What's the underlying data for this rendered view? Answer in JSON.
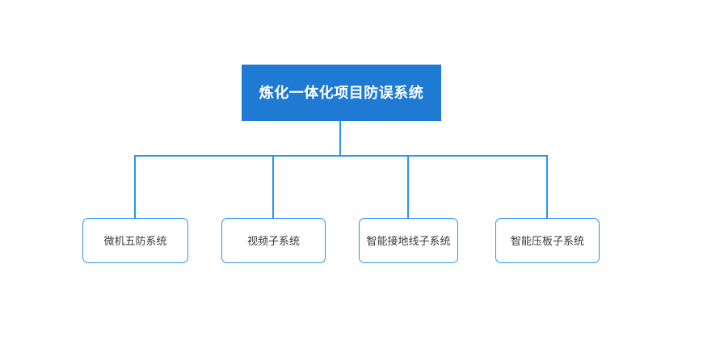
{
  "diagram": {
    "type": "organization-chart",
    "orientation": "top-down",
    "background_color": "#ffffff",
    "connector_color": "#2a95ee",
    "root": {
      "label": "炼化一体化项目防误系统",
      "fill_color": "#1f7ad4",
      "text_color": "#ffffff",
      "shape": "rectangle"
    },
    "children": [
      {
        "label": "微机五防系统",
        "fill_color": "#ffffff",
        "border_color": "#2a95ee",
        "text_color": "#3a3a3a",
        "shape": "rounded-rectangle"
      },
      {
        "label": "视频子系统",
        "fill_color": "#ffffff",
        "border_color": "#2a95ee",
        "text_color": "#3a3a3a",
        "shape": "rounded-rectangle"
      },
      {
        "label": "智能接地线子系统",
        "fill_color": "#ffffff",
        "border_color": "#2a95ee",
        "text_color": "#3a3a3a",
        "shape": "rounded-rectangle"
      },
      {
        "label": "智能压板子系统",
        "fill_color": "#ffffff",
        "border_color": "#2a95ee",
        "text_color": "#3a3a3a",
        "shape": "rounded-rectangle"
      }
    ]
  }
}
